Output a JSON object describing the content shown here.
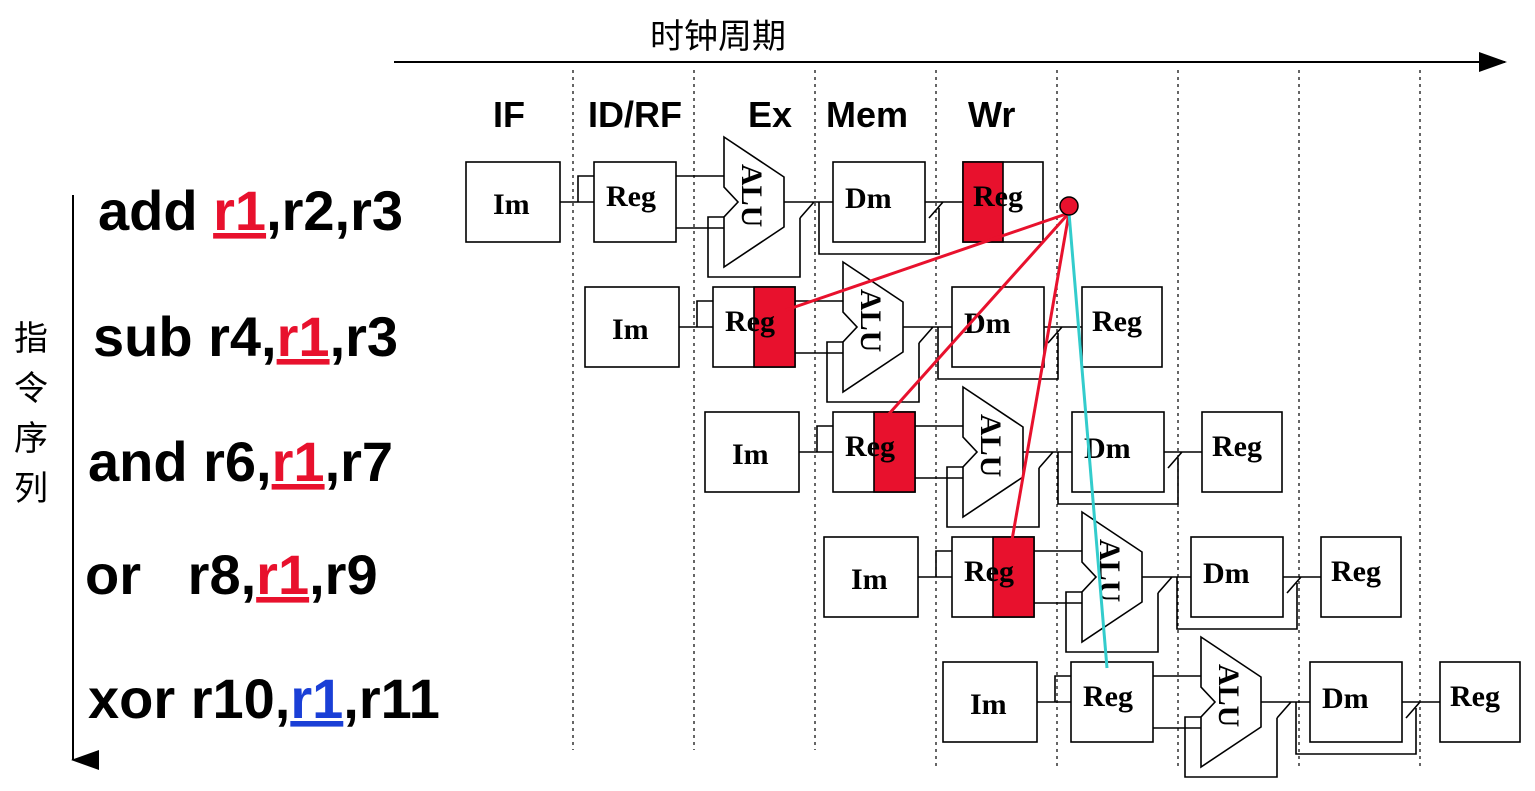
{
  "title": "时钟周期",
  "side_label": "指令序列",
  "stages": [
    "IF",
    "ID/RF",
    "Ex",
    "Mem",
    "Wr"
  ],
  "units": {
    "im": "Im",
    "reg": "Reg",
    "alu": "ALU",
    "dm": "Dm"
  },
  "instructions": [
    {
      "pre": "add ",
      "reg": "r1",
      "post": ",r2,r3",
      "reg_color": "#e8112d"
    },
    {
      "pre": "sub r4,",
      "reg": "r1",
      "post": ",r3",
      "reg_color": "#e8112d"
    },
    {
      "pre": "and r6,",
      "reg": "r1",
      "post": ",r7",
      "reg_color": "#e8112d"
    },
    {
      "pre": "or   r8,",
      "reg": "r1",
      "post": ",r9",
      "reg_color": "#e8112d"
    },
    {
      "pre": "xor r10,",
      "reg": "r1",
      "post": ",r11",
      "reg_color": "#1a3fd6"
    }
  ],
  "colors": {
    "hazard": "#e8112d",
    "ok": "#1a3fd6",
    "forward_ok": "#33cccc",
    "highlight_fill": "#e8112d"
  }
}
